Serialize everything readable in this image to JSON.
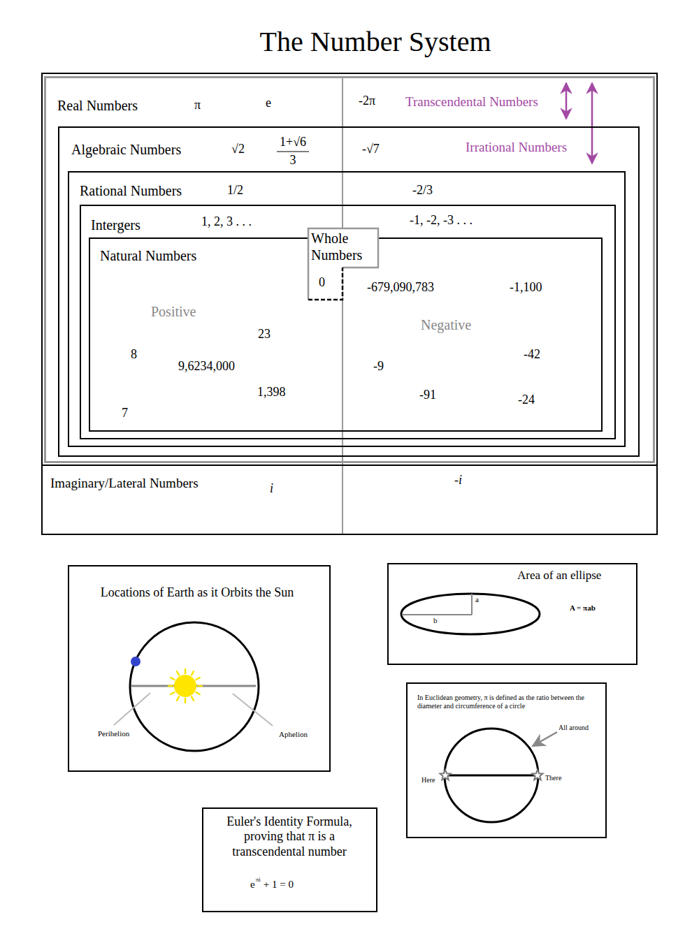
{
  "diagram": {
    "title": "The Number System",
    "nodes": [
      {
        "text": [
          "Real Numbers",
          "π",
          "e",
          "-2π"
        ]
      },
      {
        "text": [
          "Algebraic Numbers",
          "√2",
          "1+√6",
          "3",
          "-√7"
        ],
        "in": 0
      },
      {
        "text": [
          "Rational Numbers",
          "1/2",
          "-2/3"
        ],
        "in": 1
      },
      {
        "text": [
          "Intergers",
          "1, 2, 3 . . .",
          "-1, -2, -3 . . ."
        ],
        "in": 2
      },
      {
        "text": [
          "Natural Numbers",
          "Positive",
          "23",
          "8",
          "9,6234,000",
          "1,398",
          "7",
          "-679,090,783",
          "-1,100",
          "Negative",
          "-42",
          "-9",
          "-91",
          "-24"
        ],
        "in": 3
      },
      {
        "text": [
          "Whole Numbers",
          "0"
        ],
        "in": 3
      },
      {
        "text": [
          "Imaginary/Lateral Numbers",
          "i",
          "-i"
        ]
      },
      {
        "text": [
          "Locations of Earth as it Orbits the Sun",
          "Perihelion",
          "Aphelion"
        ]
      },
      {
        "text": [
          "Area of an ellipse",
          "a",
          "b",
          "A = πab"
        ]
      },
      {
        "text": [
          "In Euclidean geometry, π is defined as the ratio between the diameter and circumference of a circle",
          "All around",
          "Here",
          "There"
        ]
      },
      {
        "text": [
          "Euler's Identity Formula, proving that π is a transcendental number",
          "e",
          "πi",
          "+ 1 = 0"
        ]
      }
    ],
    "labels": [
      "Transcendental Numbers",
      "Irrational Numbers"
    ]
  }
}
